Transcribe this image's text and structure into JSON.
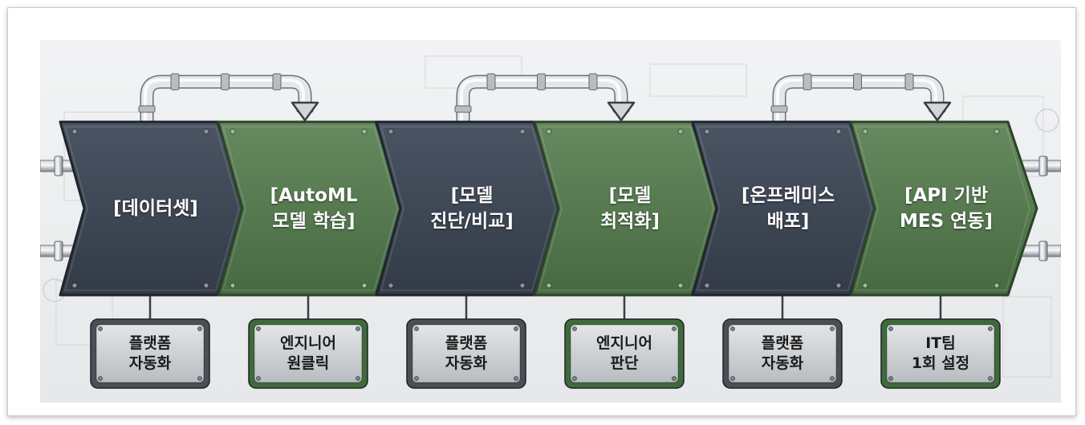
{
  "steps": [
    {
      "label": "[데이터셋]",
      "color": "dark"
    },
    {
      "label": "[AutoML\n모델 학습]",
      "color": "green"
    },
    {
      "label": "[모델\n진단/비교]",
      "color": "dark"
    },
    {
      "label": "[모델\n최적화]",
      "color": "green"
    },
    {
      "label": "[온프레미스\n배포]",
      "color": "dark"
    },
    {
      "label": "[API 기반\nMES 연동]",
      "color": "green"
    }
  ],
  "plaques": [
    {
      "label": "플랫폼\n자동화",
      "frame": "gray"
    },
    {
      "label": "엔지니어\n원클릭",
      "frame": "green"
    },
    {
      "label": "플랫폼\n자동화",
      "frame": "gray"
    },
    {
      "label": "엔지니어\n판단",
      "frame": "green"
    },
    {
      "label": "플랫폼\n자동화",
      "frame": "gray"
    },
    {
      "label": "IT팀\n1회 설정",
      "frame": "green"
    }
  ],
  "colors": {
    "dark_fill": "#3d4654",
    "dark_stroke": "#1f242c",
    "green_fill": "#55794f",
    "green_stroke": "#2c4329",
    "plaque_face": "#cdd0d3",
    "plaque_gray_frame": "#4a4f56",
    "plaque_green_frame": "#3f6a3b",
    "pipe": "#9aa0a6"
  },
  "icons": {
    "loop_arrow": "curved-pipe-arrow-icon",
    "rivet": "rivet-icon"
  }
}
